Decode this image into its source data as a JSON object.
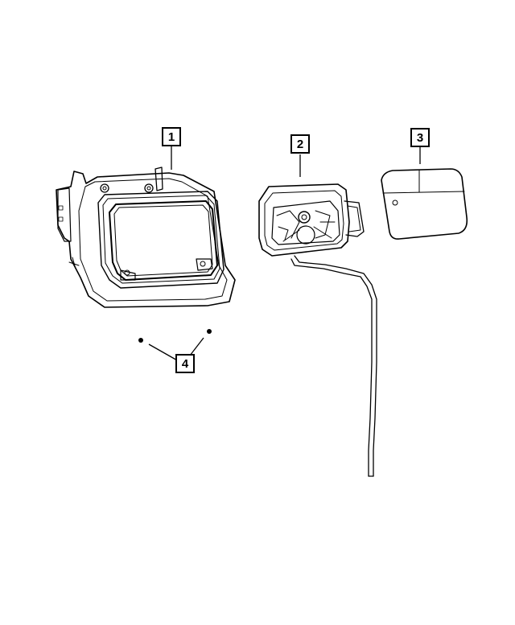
{
  "callouts": [
    {
      "id": "1",
      "label": "1"
    },
    {
      "id": "2",
      "label": "2"
    },
    {
      "id": "3",
      "label": "3"
    },
    {
      "id": "4",
      "label": "4"
    }
  ],
  "parts": [
    {
      "callout": "1",
      "icon": "fuel-filler-housing-icon"
    },
    {
      "callout": "2",
      "icon": "fuel-door-hinge-assembly-icon"
    },
    {
      "callout": "3",
      "icon": "fuel-door-panel-icon"
    },
    {
      "callout": "4",
      "icon": "fastener-icon"
    }
  ],
  "colors": {
    "line": "#000000",
    "background": "#ffffff"
  }
}
